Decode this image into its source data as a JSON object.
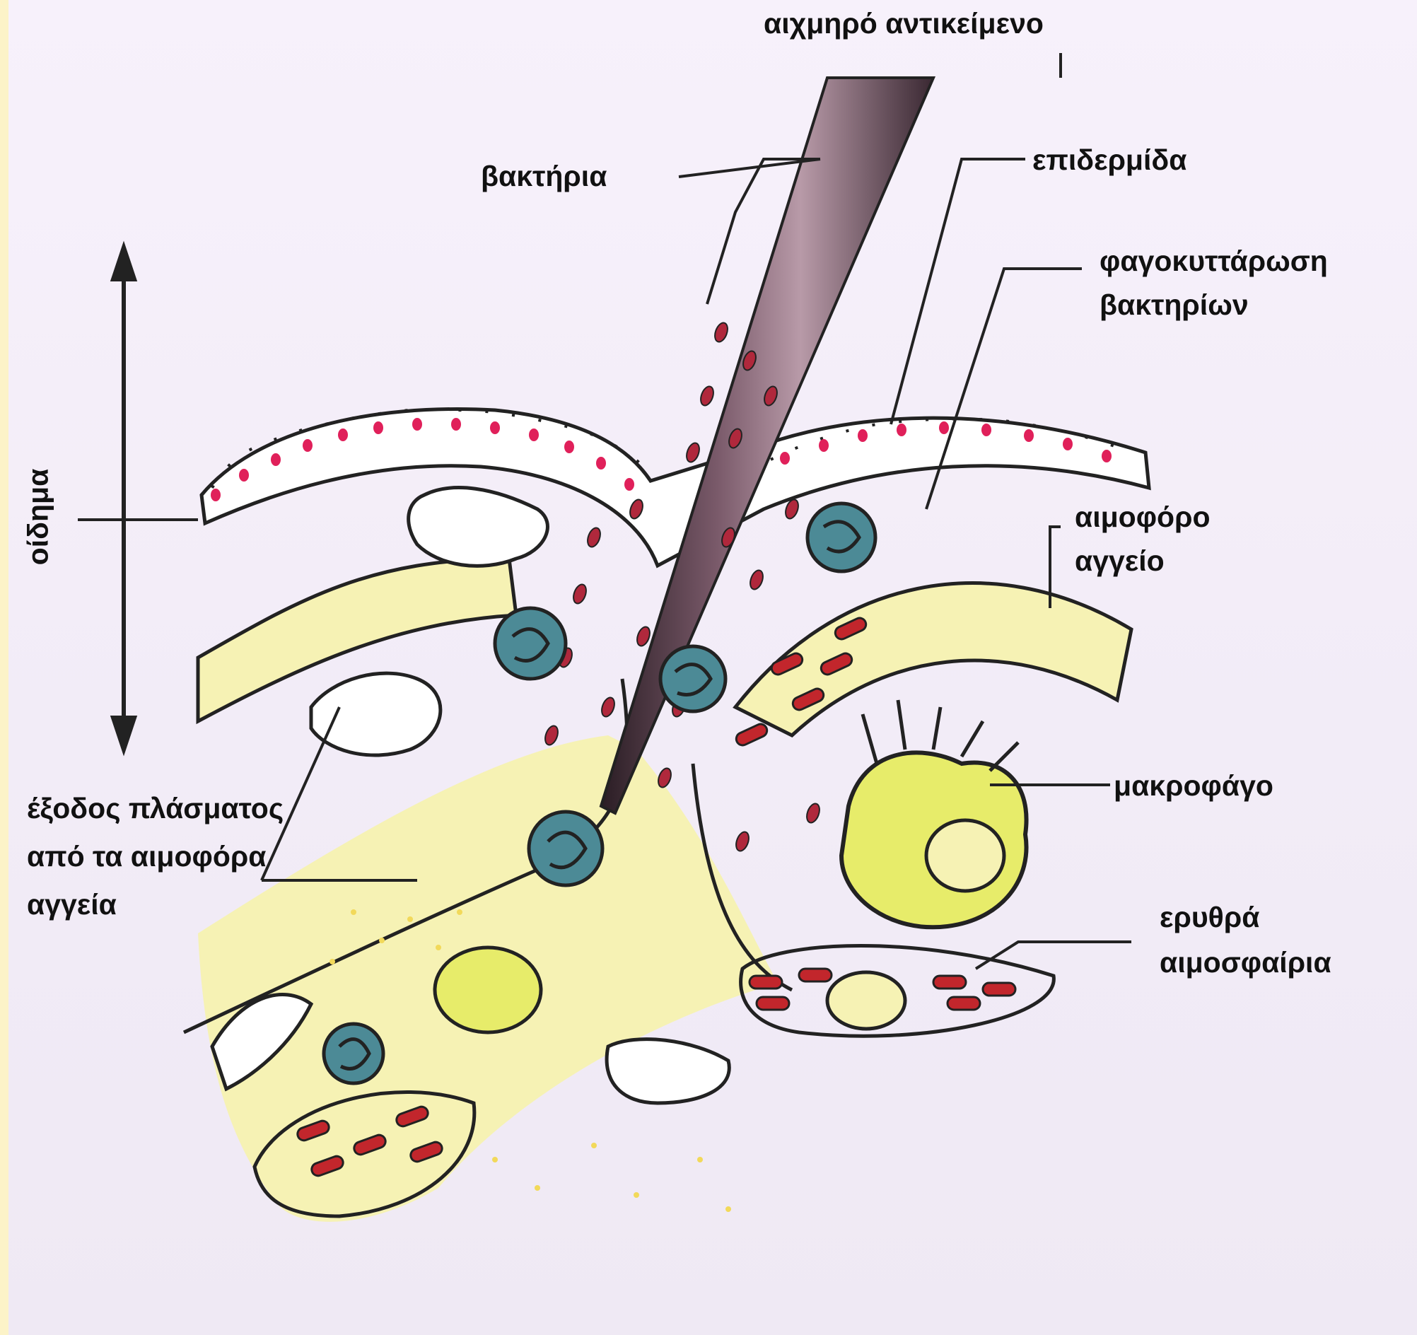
{
  "labels": {
    "sharp_object": "αιχμηρό αντικείμενο",
    "bacteria": "βακτήρια",
    "epidermis": "επιδερμίδα",
    "phagocytosis_line1": "φαγοκυττάρωση",
    "phagocytosis_line2": "βακτηρίων",
    "edema": "οίδημα",
    "blood_vessel_line1": "αιμοφόρο",
    "blood_vessel_line2": "αγγείο",
    "plasma_exit_line1": "έξοδος πλάσματος",
    "plasma_exit_line2": "από τα αιμοφόρα",
    "plasma_exit_line3": "αγγεία",
    "macrophage": "μακροφάγο",
    "red_cells_line1": "ερυθρά",
    "red_cells_line2": "αιμοσφαίρια"
  },
  "colors": {
    "vessel": "#f6f2b4",
    "outline": "#222222",
    "nucleus": "#e0205a",
    "bacterium": "#b0283c",
    "phagocyte": "#4c8a96",
    "needle": "#5a3e4c"
  }
}
